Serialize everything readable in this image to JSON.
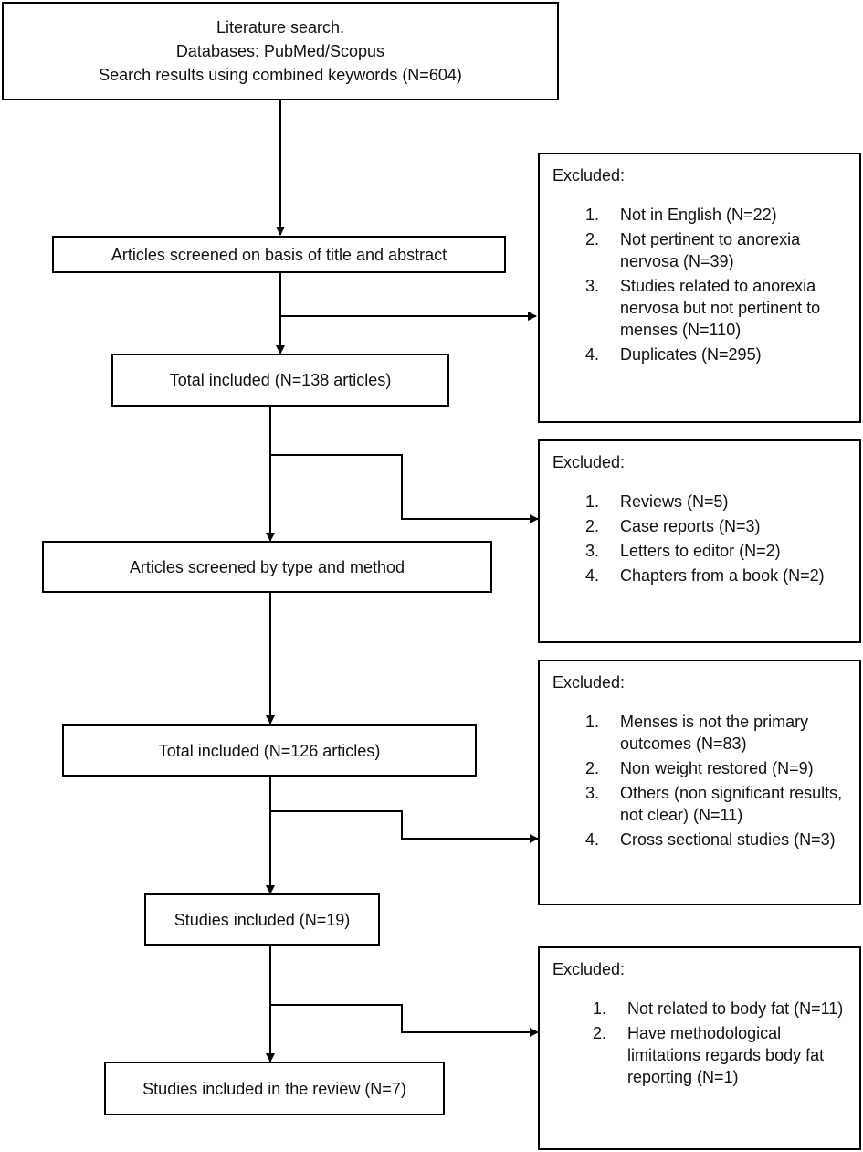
{
  "search": {
    "lines": [
      "Literature search.",
      "Databases: PubMed/Scopus",
      "Search results using combined keywords (N=604)"
    ]
  },
  "steps": {
    "screen_title": "Articles screened on basis of title and abstract",
    "total_138": "Total included  (N=138 articles)",
    "screen_type": "Articles screened by type and method",
    "total_126": "Total included (N=126 articles)",
    "studies_19": "Studies included (N=19)",
    "studies_7": "Studies included in the review  (N=7)"
  },
  "exclusions": [
    {
      "heading": "Excluded:",
      "items": [
        {
          "num": "1.",
          "text": "Not in English (N=22)"
        },
        {
          "num": "2.",
          "text": "Not pertinent to anorexia nervosa (N=39)"
        },
        {
          "num": "3.",
          "text": "Studies related to anorexia nervosa but not pertinent to menses (N=110)"
        },
        {
          "num": "4.",
          "text": "Duplicates (N=295)"
        }
      ]
    },
    {
      "heading": "Excluded:",
      "items": [
        {
          "num": "1.",
          "text": "Reviews (N=5)"
        },
        {
          "num": "2.",
          "text": "Case reports (N=3)"
        },
        {
          "num": "3.",
          "text": "Letters to editor  (N=2)"
        },
        {
          "num": "4.",
          "text": "Chapters from a book (N=2)"
        }
      ]
    },
    {
      "heading": "Excluded:",
      "items": [
        {
          "num": "1.",
          "text": "Menses is not the primary outcomes (N=83)"
        },
        {
          "num": "2.",
          "text": "Non weight restored (N=9)"
        },
        {
          "num": "3.",
          "text": "Others (non significant results, not clear) (N=11)"
        },
        {
          "num": "4.",
          "text": "Cross sectional studies (N=3)"
        }
      ]
    },
    {
      "heading": "Excluded:",
      "items": [
        {
          "num": "1.",
          "text": "Not related to body fat (N=11)"
        },
        {
          "num": "2.",
          "text": "Have methodological limitations regards body fat reporting (N=1)"
        }
      ]
    }
  ]
}
